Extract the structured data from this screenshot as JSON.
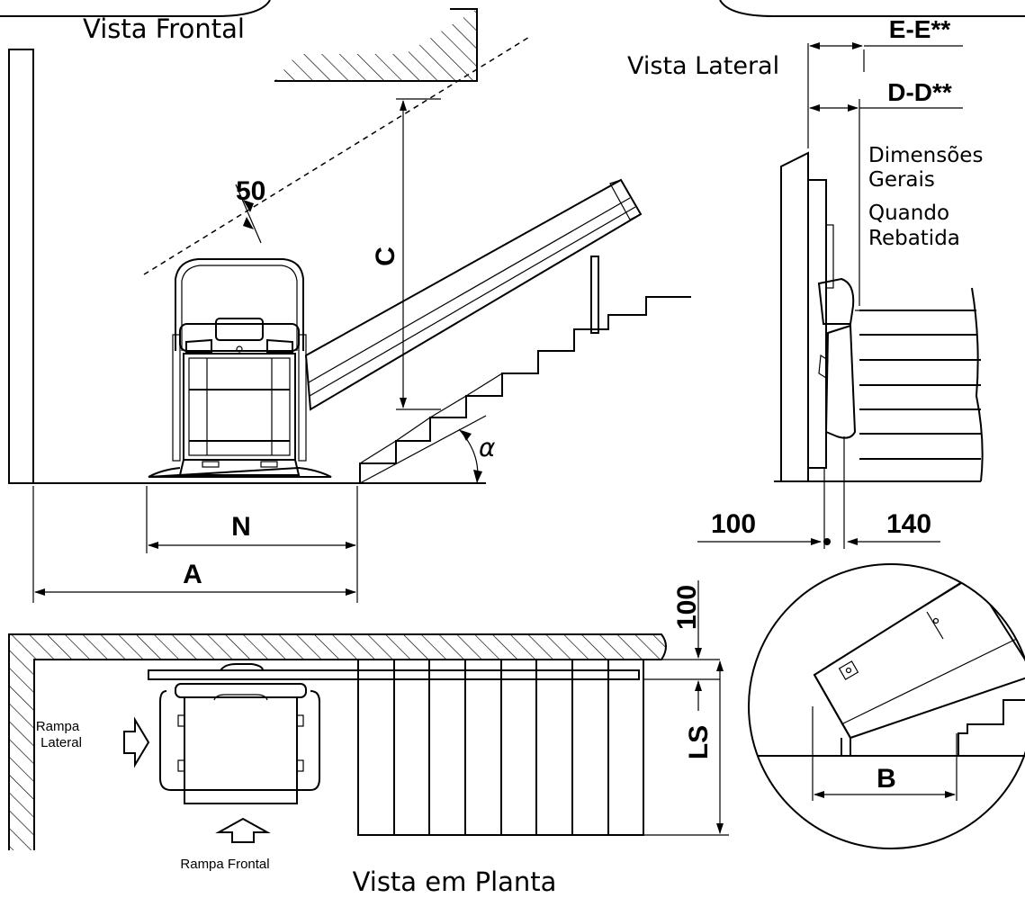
{
  "views": {
    "front": "Vista Frontal",
    "side": "Vista Lateral",
    "plan": "Vista em Planta"
  },
  "dimensions": {
    "ee": "E-E**",
    "dd": "D-D**",
    "fifty": "50",
    "c": "C",
    "alpha": "α",
    "n": "N",
    "a": "A",
    "hundred_left": "100",
    "one_forty": "140",
    "hundred_vert": "100",
    "ls": "LS",
    "b": "B"
  },
  "notes": {
    "folded_line1": "Dimensões",
    "folded_line2": "Gerais",
    "folded_line3": "Quando",
    "folded_line4": "Rebatida"
  },
  "ramps": {
    "side_line1": "Rampa",
    "side_line2": "Lateral",
    "front": "Rampa Frontal"
  }
}
